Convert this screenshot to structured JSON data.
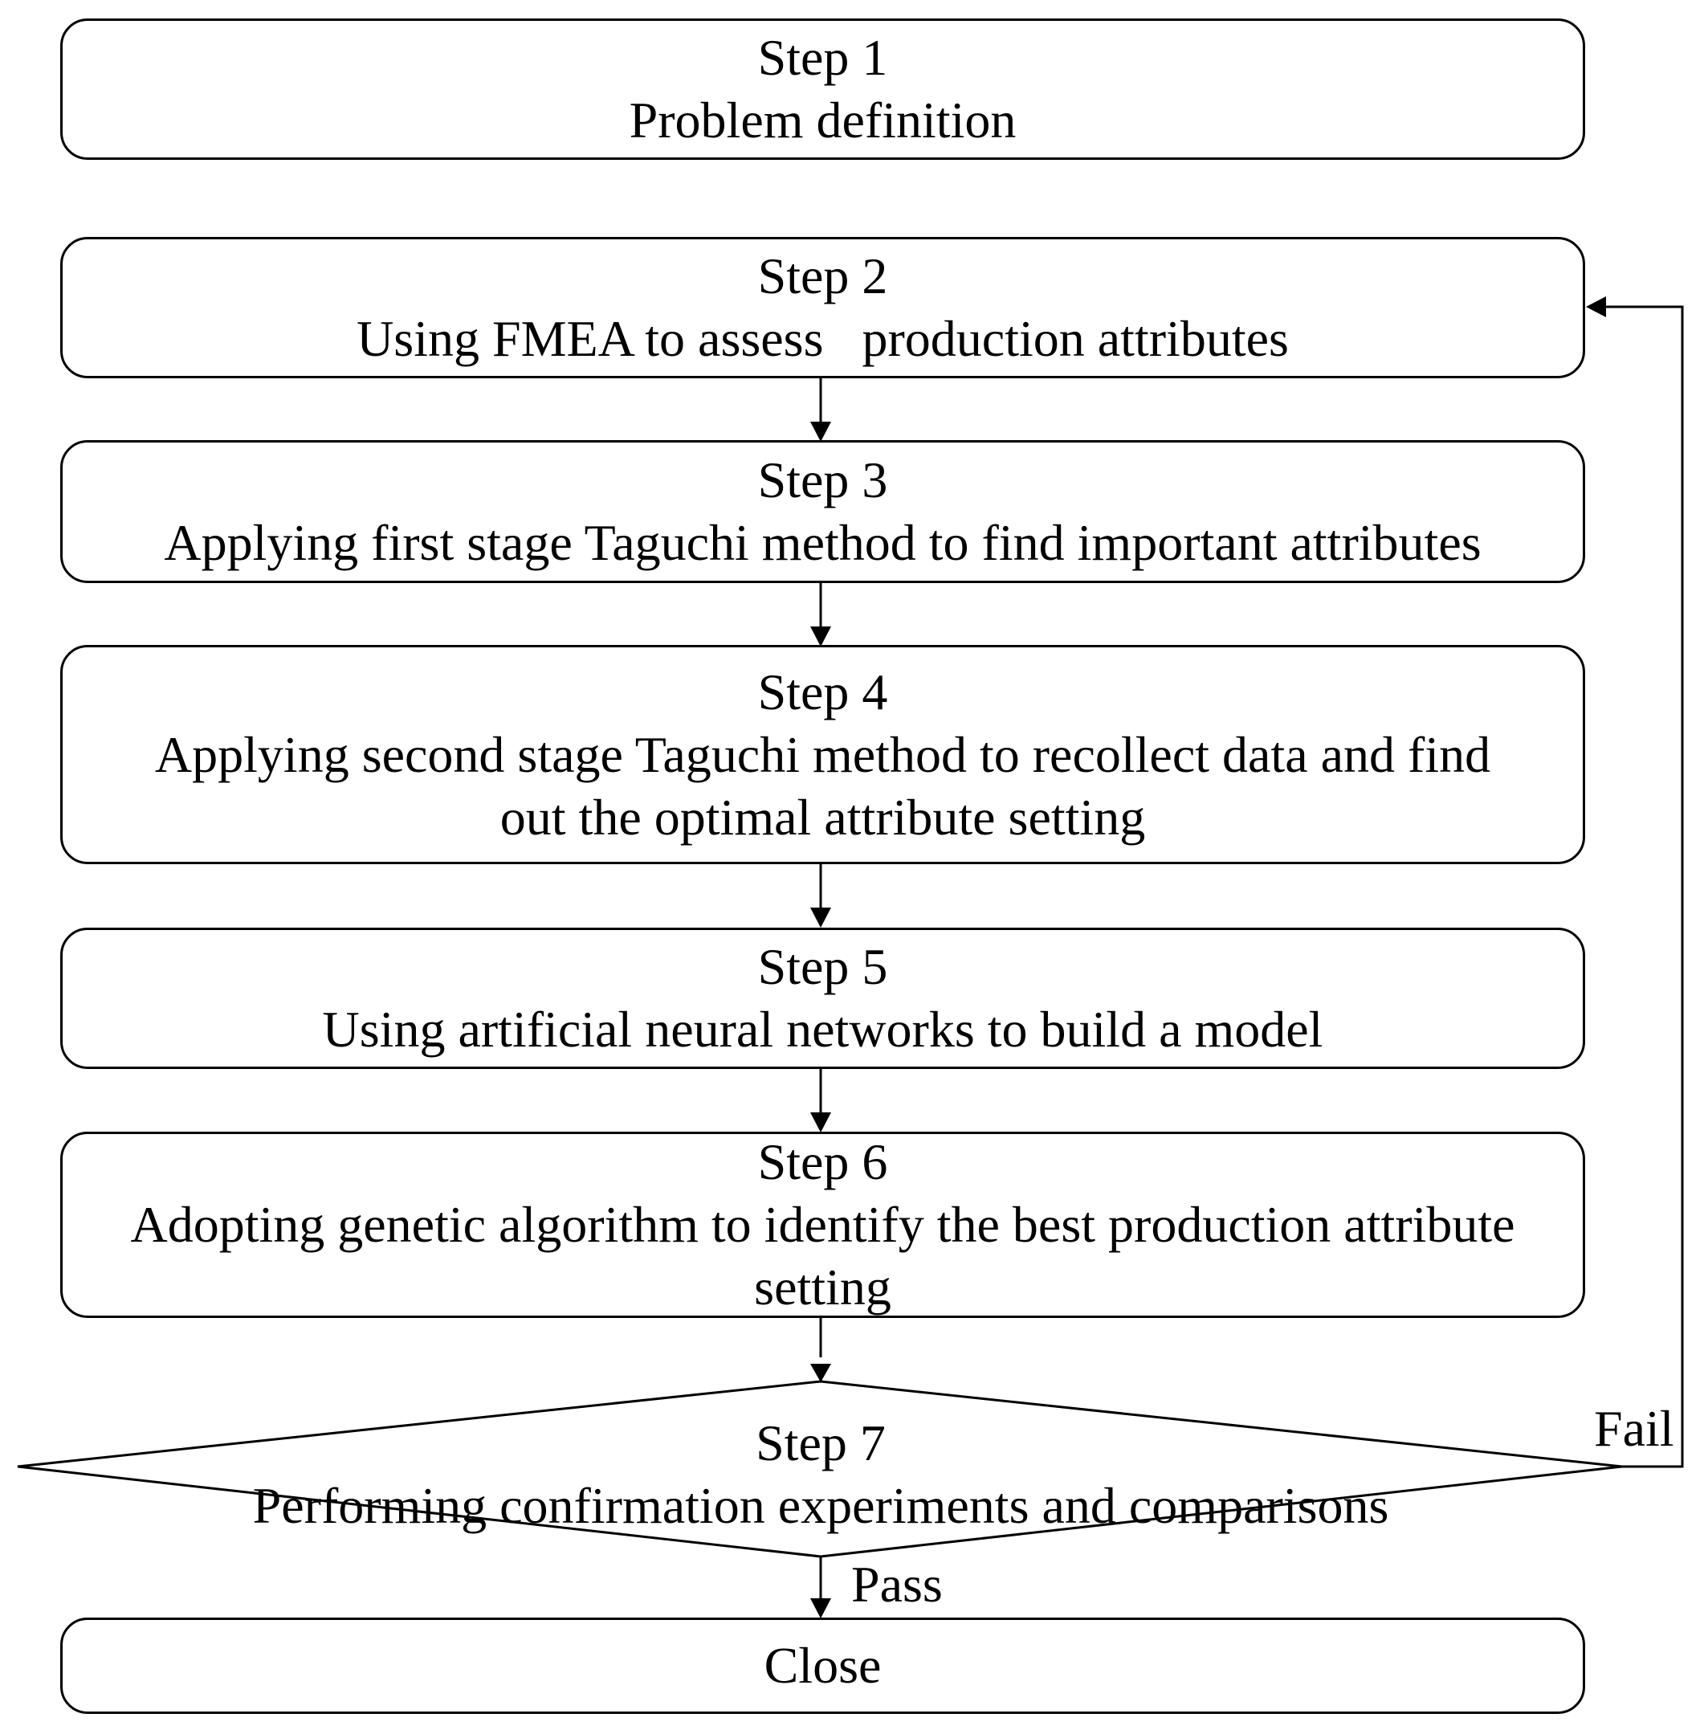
{
  "step1": {
    "title": "Step 1",
    "lines": [
      "Problem definition"
    ]
  },
  "step2": {
    "title": "Step 2",
    "lines": [
      "Using FMEA to assess   production attributes"
    ]
  },
  "step3": {
    "title": "Step 3",
    "lines": [
      "Applying first stage Taguchi method to find important attributes"
    ]
  },
  "step4": {
    "title": "Step 4",
    "lines": [
      "Applying second stage Taguchi method to recollect data and find",
      "out the optimal attribute setting"
    ]
  },
  "step5": {
    "title": "Step 5",
    "lines": [
      "Using artificial neural networks to build a model"
    ]
  },
  "step6": {
    "title": "Step 6",
    "lines": [
      "Adopting genetic algorithm to identify the best production attribute",
      "setting"
    ]
  },
  "step7": {
    "title": "Step 7",
    "lines": [
      "Performing confirmation experiments and comparisons"
    ]
  },
  "close": {
    "label": "Close"
  },
  "edges": {
    "fail": "Fail",
    "pass": "Pass"
  }
}
